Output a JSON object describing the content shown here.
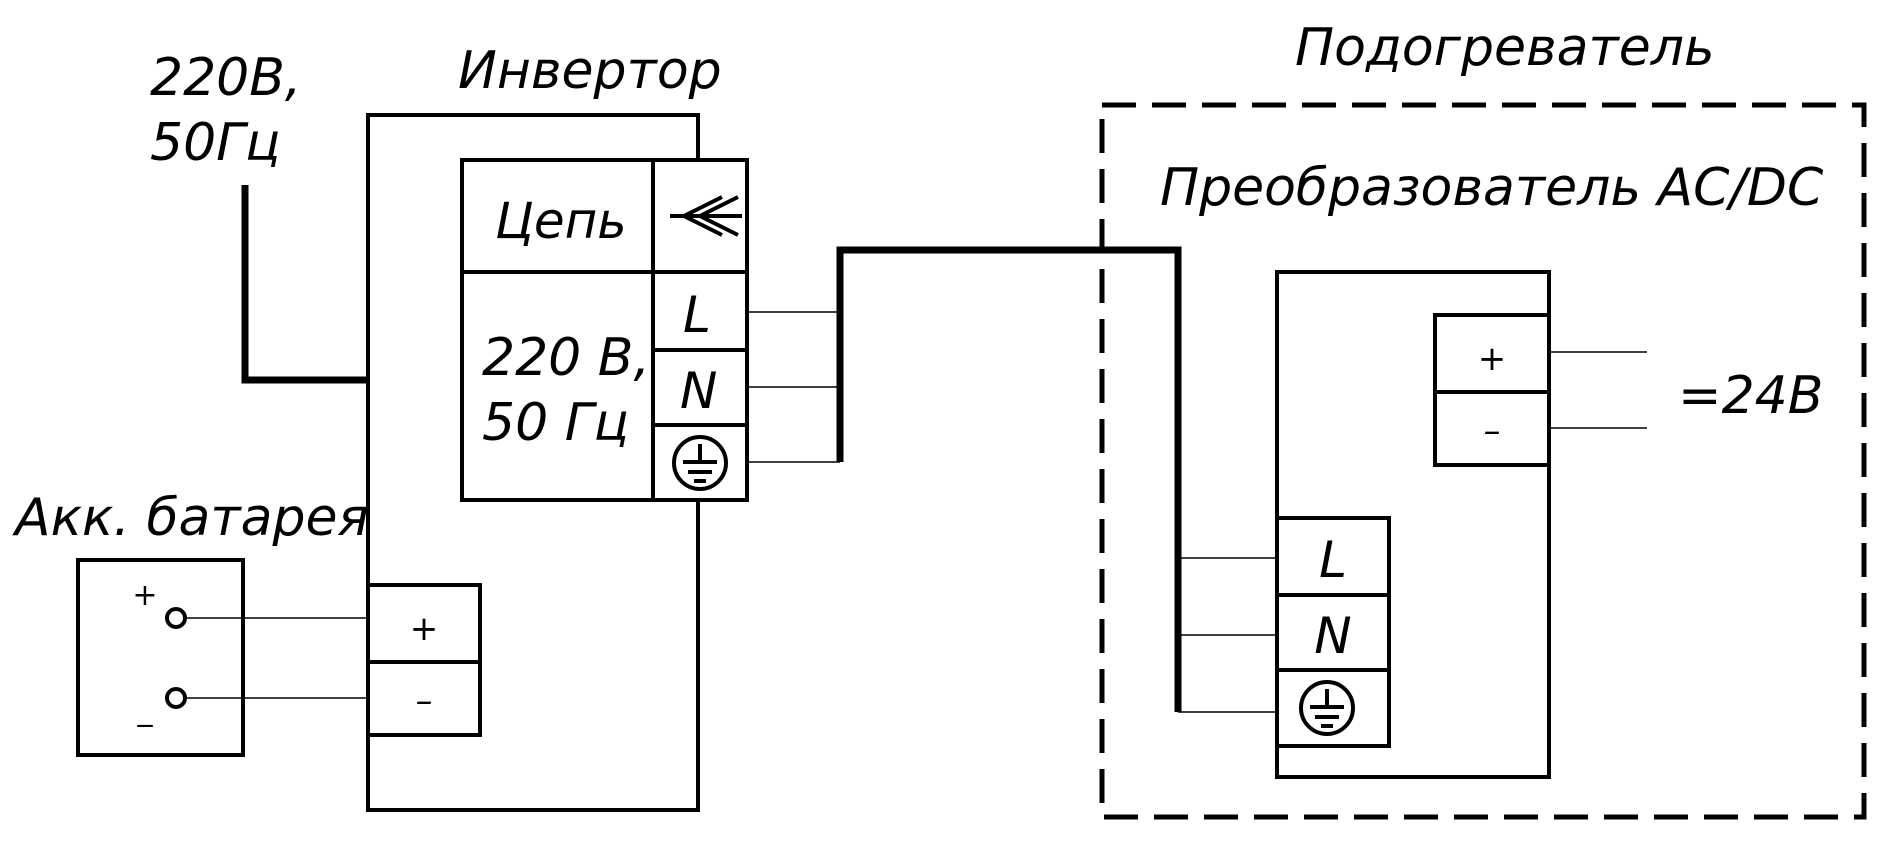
{
  "labels": {
    "mains": [
      "220В,",
      "50Гц"
    ],
    "inverter": "Инвертор",
    "heater": "Подогреватель",
    "converter": "Преобразователь АС/DC",
    "battery": "Акк. батарея",
    "circuit": "Цепь",
    "voltage": [
      "220 В,",
      "50 Гц"
    ],
    "output": "=24В"
  },
  "terminals": {
    "inverter_ac": [
      "L",
      "N"
    ],
    "inverter_dc": [
      "+",
      "–"
    ],
    "converter_ac": [
      "L",
      "N"
    ],
    "converter_dc": [
      "+",
      "–"
    ],
    "battery": [
      "+",
      "_"
    ]
  },
  "icons": {
    "socket": "socket-symbol-icon",
    "ground": "protective-earth-icon"
  }
}
